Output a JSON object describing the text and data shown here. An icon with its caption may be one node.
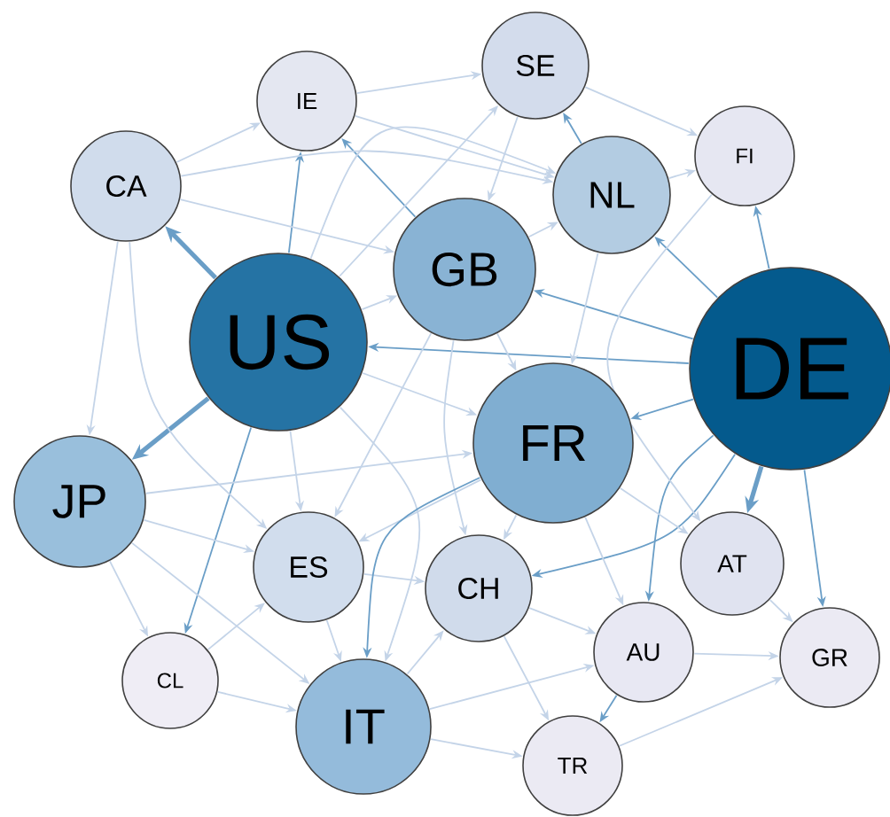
{
  "diagram": {
    "nodes": [
      {
        "text": [
          "IE"
        ]
      },
      {
        "text": [
          "SE"
        ]
      },
      {
        "text": [
          "FI"
        ]
      },
      {
        "text": [
          "CA"
        ]
      },
      {
        "text": [
          "NL"
        ]
      },
      {
        "text": [
          "GB"
        ]
      },
      {
        "text": [
          "US"
        ]
      },
      {
        "text": [
          "DE"
        ]
      },
      {
        "text": [
          "FR"
        ]
      },
      {
        "text": [
          "JP"
        ]
      },
      {
        "text": [
          "ES"
        ]
      },
      {
        "text": [
          "CH"
        ]
      },
      {
        "text": [
          "AT"
        ]
      },
      {
        "text": [
          "AU"
        ]
      },
      {
        "text": [
          "GR"
        ]
      },
      {
        "text": [
          "CL"
        ]
      },
      {
        "text": [
          "IT"
        ]
      },
      {
        "text": [
          "TR"
        ]
      }
    ],
    "edges": [
      {
        "from": 6,
        "to": 3,
        "arrow": "to",
        "style": "thick",
        "color": "#6a9ec7"
      },
      {
        "from": 6,
        "to": 9,
        "arrow": "to",
        "style": "thick",
        "color": "#6a9ec7"
      },
      {
        "from": 6,
        "to": 15,
        "arrow": "to",
        "color": "#6a9ec7"
      },
      {
        "from": 6,
        "to": 0,
        "arrow": "to",
        "color": "#6a9ec7"
      },
      {
        "from": 7,
        "to": 4,
        "arrow": "to",
        "color": "#6a9ec7"
      },
      {
        "from": 7,
        "to": 2,
        "arrow": "to",
        "color": "#6a9ec7"
      },
      {
        "from": 7,
        "to": 5,
        "arrow": "to",
        "color": "#6a9ec7"
      },
      {
        "from": 7,
        "to": 8,
        "arrow": "to",
        "color": "#6a9ec7"
      },
      {
        "from": 7,
        "to": 12,
        "arrow": "to",
        "style": "thick",
        "color": "#6a9ec7"
      },
      {
        "from": 7,
        "to": 14,
        "arrow": "to",
        "color": "#6a9ec7"
      },
      {
        "from": 7,
        "to": 11,
        "arrow": "to",
        "color": "#6a9ec7"
      },
      {
        "from": 7,
        "to": 6,
        "arrow": "to",
        "color": "#6a9ec7"
      },
      {
        "from": 4,
        "to": 1,
        "arrow": "to",
        "color": "#6a9ec7"
      },
      {
        "from": 5,
        "to": 0,
        "arrow": "to",
        "color": "#6a9ec7"
      },
      {
        "from": 13,
        "to": 17,
        "arrow": "to",
        "color": "#6a9ec7"
      },
      {
        "from": 7,
        "to": 13,
        "arrow": "to",
        "color": "#6a9ec7"
      },
      {
        "from": 3,
        "to": 0,
        "arrow": "to"
      },
      {
        "from": 3,
        "to": 5,
        "arrow": "to"
      },
      {
        "from": 3,
        "to": 4,
        "arrow": "to"
      },
      {
        "from": 0,
        "to": 1,
        "arrow": "to"
      },
      {
        "from": 0,
        "to": 4,
        "arrow": "to"
      },
      {
        "from": 1,
        "to": 2,
        "arrow": "to"
      },
      {
        "from": 4,
        "to": 2,
        "arrow": "to"
      },
      {
        "from": 1,
        "to": 5,
        "arrow": "to"
      },
      {
        "from": 6,
        "to": 5,
        "arrow": "to"
      },
      {
        "from": 6,
        "to": 1,
        "arrow": "to"
      },
      {
        "from": 6,
        "to": 4,
        "arrow": "to"
      },
      {
        "from": 6,
        "to": 8,
        "arrow": "to"
      },
      {
        "from": 6,
        "to": 10,
        "arrow": "to"
      },
      {
        "from": 6,
        "to": 16,
        "arrow": "to"
      },
      {
        "from": 9,
        "to": 10,
        "arrow": "to"
      },
      {
        "from": 9,
        "to": 15,
        "arrow": "to"
      },
      {
        "from": 9,
        "to": 8,
        "arrow": "to"
      },
      {
        "from": 9,
        "to": 16,
        "arrow": "to"
      },
      {
        "from": 10,
        "to": 16,
        "arrow": "to"
      },
      {
        "from": 10,
        "to": 11,
        "arrow": "to"
      },
      {
        "from": 15,
        "to": 10,
        "arrow": "to"
      },
      {
        "from": 15,
        "to": 16,
        "arrow": "to"
      },
      {
        "from": 16,
        "to": 11,
        "arrow": "to"
      },
      {
        "from": 16,
        "to": 17,
        "arrow": "to"
      },
      {
        "from": 11,
        "to": 17,
        "arrow": "to"
      },
      {
        "from": 11,
        "to": 13,
        "arrow": "to"
      },
      {
        "from": 13,
        "to": 14,
        "arrow": "to"
      },
      {
        "from": 12,
        "to": 14,
        "arrow": "to"
      },
      {
        "from": 8,
        "to": 12,
        "arrow": "to"
      },
      {
        "from": 8,
        "to": 13,
        "arrow": "to"
      },
      {
        "from": 8,
        "to": 10,
        "arrow": "to"
      },
      {
        "from": 8,
        "to": 11,
        "arrow": "to"
      },
      {
        "from": 5,
        "to": 8,
        "arrow": "to"
      },
      {
        "from": 5,
        "to": 4,
        "arrow": "to"
      },
      {
        "from": 4,
        "to": 8,
        "arrow": "to"
      },
      {
        "from": 2,
        "to": 12,
        "arrow": "to"
      },
      {
        "from": 5,
        "to": 10,
        "arrow": "to"
      },
      {
        "from": 3,
        "to": 9,
        "arrow": "to"
      },
      {
        "from": 3,
        "to": 10,
        "arrow": "to"
      },
      {
        "from": 16,
        "to": 13,
        "arrow": "to"
      },
      {
        "from": 17,
        "to": 14,
        "arrow": "to"
      },
      {
        "from": 5,
        "to": 11,
        "arrow": "to"
      },
      {
        "from": 8,
        "to": 16,
        "arrow": "to",
        "color": "#6a9ec7"
      }
    ]
  }
}
